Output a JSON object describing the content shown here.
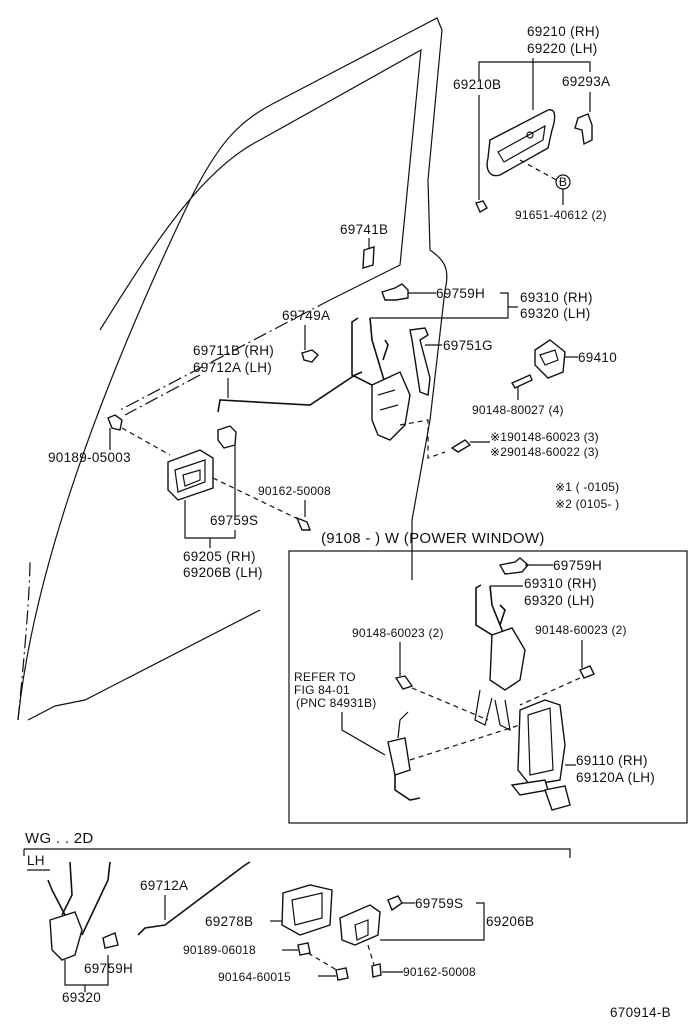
{
  "diagram": {
    "figure_id": "670914-B",
    "upper": {
      "outside_handle": {
        "rh": "69210 (RH)",
        "lh": "69220 (LH)"
      },
      "handle_pad": "69210B",
      "handle_clip": "69293A",
      "handle_screw_marker": "B",
      "handle_screw": "91651-40612 (2)",
      "lock_cylinder_retainer": "69741B",
      "rod_clip_upper": "69759H",
      "door_lock": {
        "rh": "69310 (RH)",
        "lh": "69320 (LH)"
      },
      "rod_clip_left": "69749A",
      "lock_protector": "69751G",
      "striker": "69410",
      "striker_screw": "90148-80027 (4)",
      "remote_rod": {
        "rh": "69711B (RH)",
        "lh": "69712A (LH)"
      },
      "lock_screw_1": "※190148-60023 (3)",
      "lock_screw_2": "※290148-60022 (3)",
      "note_1": "※1 (       -0105)",
      "note_2": "※2 (0105-        )",
      "clip_left": "90189-05003",
      "inside_handle_screw": "90162-50008",
      "rod_clip_s": "69759S",
      "inside_handle": {
        "rh": "69205   (RH)",
        "lh": "69206B (LH)"
      }
    },
    "power_window": {
      "header": "(9108 -     ) W (POWER WINDOW)",
      "rod_clip": "69759H",
      "door_lock": {
        "rh": "69310 (RH)",
        "lh": "69320 (LH)"
      },
      "screw_left": "90148-60023 (2)",
      "screw_right": "90148-60023 (2)",
      "refer": [
        "REFER TO",
        "FIG 84-01",
        "(PNC 84931B)"
      ],
      "actuator": {
        "rh": "69110   (RH)",
        "lh": "69120A (LH)"
      }
    },
    "wg_2d": {
      "header": "WG . . 2D",
      "side": "LH",
      "lock": "69320",
      "rod_clip_h": "69759H",
      "remote_rod": "69712A",
      "inside_handle_bezel": "69278B",
      "clip": "90189-06018",
      "screw_1": "90164-60015",
      "rod_clip_s": "69759S",
      "inside_handle": "69206B",
      "screw_2": "90162-50008"
    }
  }
}
